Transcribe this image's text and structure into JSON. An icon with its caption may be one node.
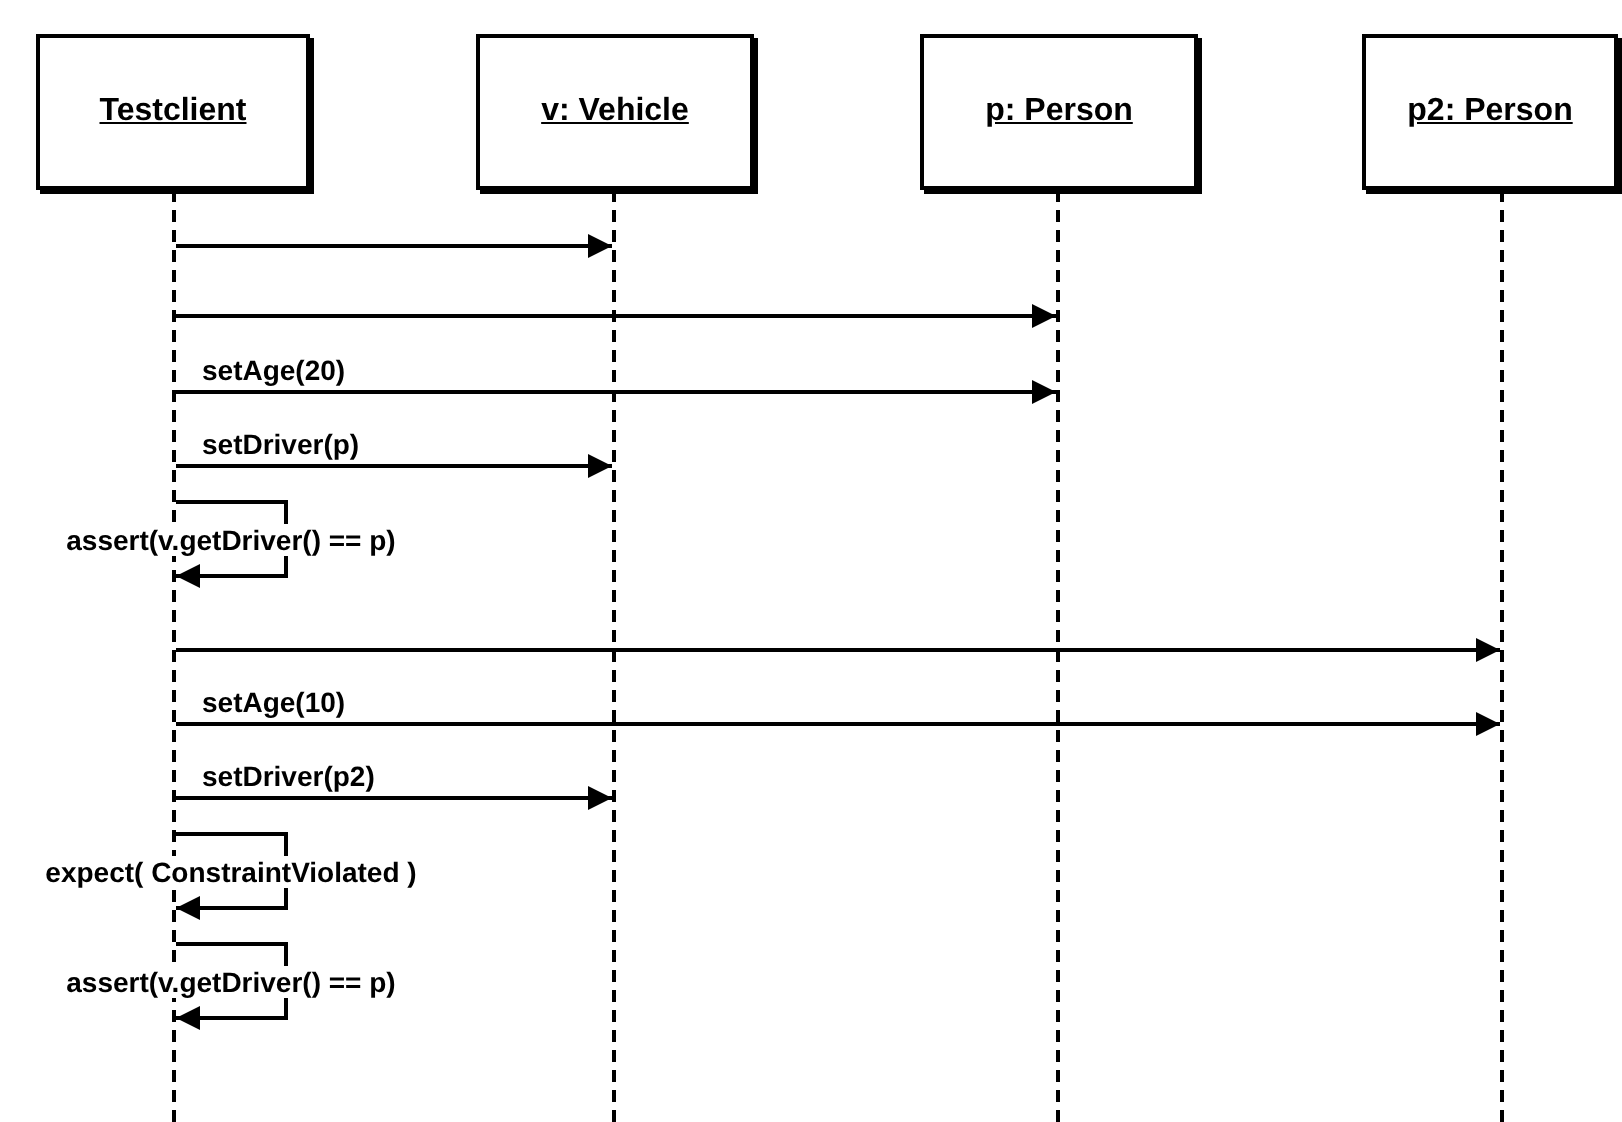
{
  "diagram": {
    "nodes": [
      {
        "text": [
          "Testclient"
        ]
      },
      {
        "text": [
          "v: Vehicle"
        ]
      },
      {
        "text": [
          "p: Person"
        ]
      },
      {
        "text": [
          "p2: Person"
        ]
      },
      {
        "text": [],
        "shape": "bar"
      },
      {
        "text": [],
        "shape": "bar"
      },
      {
        "text": [],
        "shape": "bar"
      },
      {
        "text": [],
        "shape": "bar"
      }
    ],
    "edges": [
      {
        "from": 4,
        "to": 5,
        "arrow": "to"
      },
      {
        "from": 4,
        "to": 6,
        "arrow": "to"
      },
      {
        "from": 4,
        "to": 6,
        "arrow": "to",
        "label": "setAge(20)"
      },
      {
        "from": 4,
        "to": 5,
        "arrow": "to",
        "label": "setDriver(p)"
      },
      {
        "from": 4,
        "to": 4,
        "arrow": "to",
        "label": "assert(v.getDriver() == p)"
      },
      {
        "from": 4,
        "to": 7,
        "arrow": "to"
      },
      {
        "from": 4,
        "to": 7,
        "arrow": "to",
        "label": "setAge(10)"
      },
      {
        "from": 4,
        "to": 5,
        "arrow": "to",
        "label": "setDriver(p2)"
      },
      {
        "from": 4,
        "to": 4,
        "arrow": "to",
        "label": "expect( ConstraintViolated )"
      },
      {
        "from": 4,
        "to": 4,
        "arrow": "to",
        "label": "assert(v.getDriver() == p)"
      }
    ]
  }
}
